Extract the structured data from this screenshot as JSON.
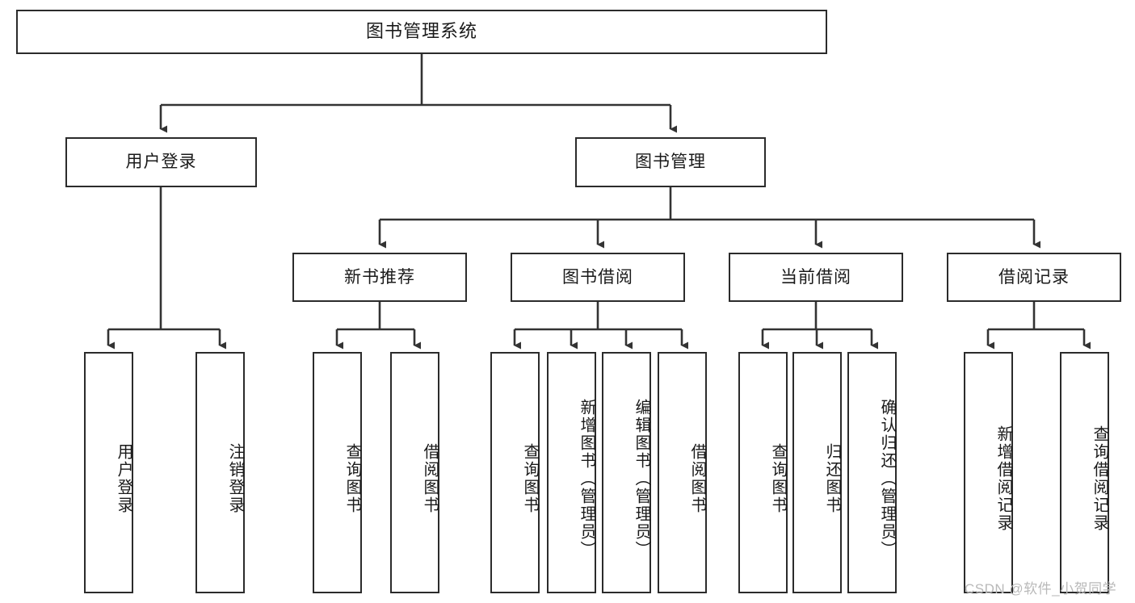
{
  "diagram": {
    "title": "图书管理系统",
    "type": "tree-hierarchy-chart",
    "orientation": "top-down",
    "colors": {
      "box_border": "#2b2b2b",
      "box_fill": "#ffffff",
      "edge": "#333333",
      "text": "#1a1a1a",
      "watermark": "#b9b9b9",
      "background": "#ffffff"
    }
  },
  "root": {
    "label": "图书管理系统"
  },
  "level2": [
    {
      "label": "用户登录"
    },
    {
      "label": "图书管理"
    }
  ],
  "level3": [
    {
      "label": "新书推荐"
    },
    {
      "label": "图书借阅"
    },
    {
      "label": "当前借阅"
    },
    {
      "label": "借阅记录"
    }
  ],
  "leaves": {
    "user_login": [
      {
        "label": "用户登录"
      },
      {
        "label": "注销登录"
      }
    ],
    "new_book_recommend": [
      {
        "label": "查询图书"
      },
      {
        "label": "借阅图书"
      }
    ],
    "book_borrow": [
      {
        "label": "查询图书"
      },
      {
        "label": "新增图书（管理员）"
      },
      {
        "label": "编辑图书（管理员）"
      },
      {
        "label": "借阅图书"
      }
    ],
    "current_borrow": [
      {
        "label": "查询图书"
      },
      {
        "label": "归还图书"
      },
      {
        "label": "确认归还（管理员）"
      }
    ],
    "borrow_record": [
      {
        "label": "新增借阅记录"
      },
      {
        "label": "查询借阅记录"
      }
    ]
  },
  "watermark": {
    "text": "CSDN @软件_小贺同学"
  }
}
